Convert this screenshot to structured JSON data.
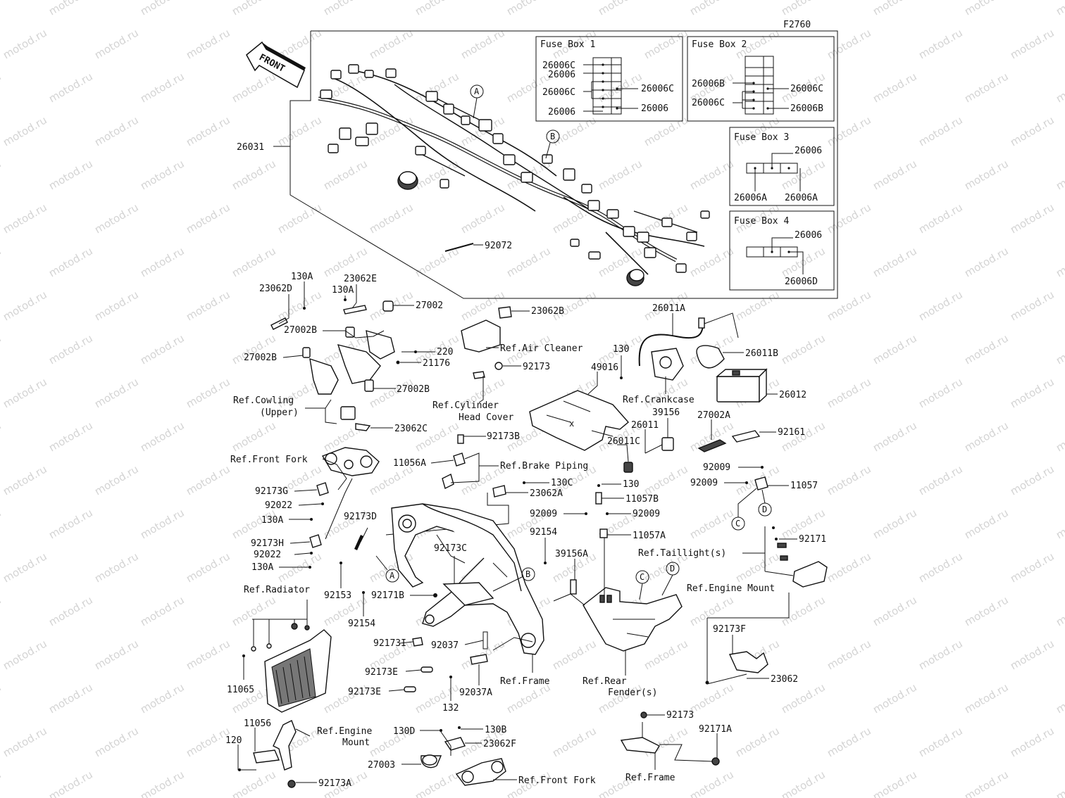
{
  "figure_code": "F2760",
  "front_arrow": "FRONT",
  "fuse_boxes": [
    {
      "title": "Fuse Box 1",
      "left_labels": [
        "26006C",
        "26006",
        "26006C",
        "26006"
      ],
      "right_labels": [
        "26006C",
        "26006"
      ]
    },
    {
      "title": "Fuse Box 2",
      "left_labels": [
        "26006B",
        "26006C"
      ],
      "right_labels": [
        "26006C",
        "26006B"
      ]
    },
    {
      "title": "Fuse Box 3",
      "top_label": "26006",
      "bottom_labels": [
        "26006A",
        "26006A"
      ]
    },
    {
      "title": "Fuse Box 4",
      "top_label": "26006",
      "bottom_label": "26006D"
    }
  ],
  "callouts": [
    "A",
    "B",
    "C",
    "D"
  ],
  "parts": {
    "p26031": "26031",
    "p92072": "92072",
    "p130A_1": "130A",
    "p23062D": "23062D",
    "p23062E": "23062E",
    "p130A_2": "130A",
    "p27002": "27002",
    "p27002B_1": "27002B",
    "p27002B_2": "27002B",
    "p220": "220",
    "p21176": "21176",
    "p27002B_3": "27002B",
    "p23062C": "23062C",
    "p23062B": "23062B",
    "p92173": "92173",
    "p26011A": "26011A",
    "p130_1": "130",
    "p26011B": "26011B",
    "p26012": "26012",
    "p49016": "49016",
    "p39156": "39156",
    "p26011": "26011",
    "p26011C": "26011C",
    "p27002A": "27002A",
    "p92161": "92161",
    "p92173B": "92173B",
    "p11056A": "11056A",
    "p130C": "130C",
    "p23062A": "23062A",
    "p130_2": "130",
    "p11057B": "11057B",
    "p92009_1": "92009",
    "p92009_2": "92009",
    "p92009_3": "92009",
    "p92009_4": "92009",
    "p11057": "11057",
    "p11057A": "11057A",
    "p92154_1": "92154",
    "p39156A": "39156A",
    "p92171": "92171",
    "p92173G": "92173G",
    "p92022_1": "92022",
    "p130A_3": "130A",
    "p92173D": "92173D",
    "p92173H": "92173H",
    "p92022_2": "92022",
    "p130A_4": "130A",
    "p92173C": "92173C",
    "p92153": "92153",
    "p92171B": "92171B",
    "p92154_2": "92154",
    "p11065": "11065",
    "p92173I": "92173I",
    "p92037": "92037",
    "p92173E_1": "92173E",
    "p92037A": "92037A",
    "p92173E_2": "92173E",
    "p132": "132",
    "p92173F": "92173F",
    "p23062": "23062",
    "p11056": "11056",
    "p120": "120",
    "p92173A": "92173A",
    "p130D": "130D",
    "p130B": "130B",
    "p23062F": "23062F",
    "p27003": "27003",
    "p92173_2": "92173",
    "p92171A": "92171A"
  },
  "refs": {
    "air_cleaner": "Ref.Air Cleaner",
    "cylinder_head_1": "Ref.Cylinder",
    "cylinder_head_2": "Head Cover",
    "crankcase": "Ref.Crankcase",
    "cowling_1": "Ref.Cowling",
    "cowling_2": "(Upper)",
    "front_fork_1": "Ref.Front Fork",
    "brake_piping": "Ref.Brake Piping",
    "taillight": "Ref.Taillight(s)",
    "radiator": "Ref.Radiator",
    "engine_mount_1": "Ref.Engine Mount",
    "frame_1": "Ref.Frame",
    "rear_fender_1": "Ref.Rear",
    "rear_fender_2": "Fender(s)",
    "engine_mount_2a": "Ref.Engine",
    "engine_mount_2b": "Mount",
    "front_fork_2": "Ref.Front Fork",
    "frame_2": "Ref.Frame"
  },
  "watermark": "motod.ru"
}
